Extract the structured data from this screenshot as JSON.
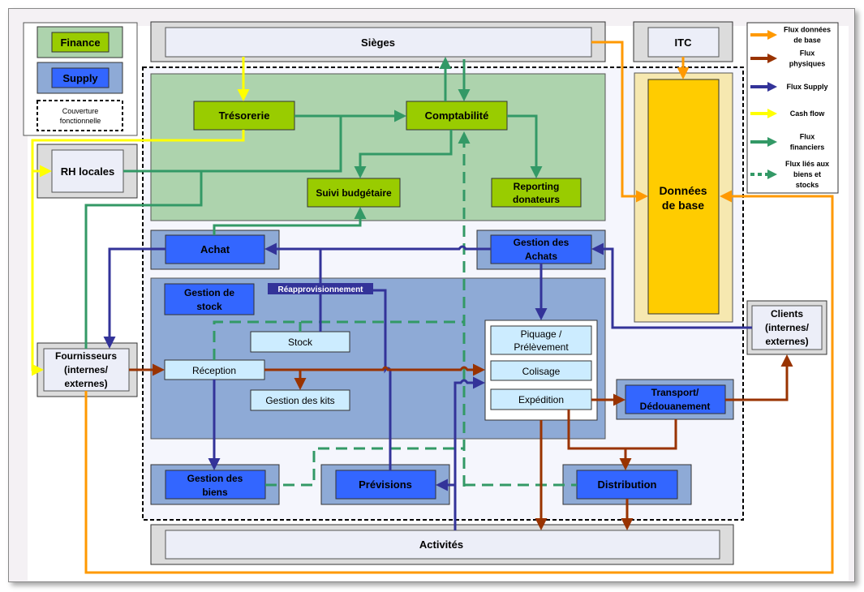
{
  "legend": {
    "finance_label": "Finance",
    "supply_label": "Supply",
    "coverage_label_line1": "Couverture",
    "coverage_label_line2": "fonctionnelle"
  },
  "flow_legend": [
    {
      "line1": "Flux données",
      "line2": "de base",
      "line3": "",
      "color": "#ff9900",
      "style": "solid"
    },
    {
      "line1": "Flux",
      "line2": "physiques",
      "line3": "",
      "color": "#993300",
      "style": "solid"
    },
    {
      "line1": "Flux Supply",
      "line2": "",
      "line3": "",
      "color": "#333399",
      "style": "solid"
    },
    {
      "line1": "Cash flow",
      "line2": "",
      "line3": "",
      "color": "#ffff00",
      "style": "solid"
    },
    {
      "line1": "Flux",
      "line2": "financiers",
      "line3": "",
      "color": "#339966",
      "style": "solid"
    },
    {
      "line1": "Flux liés aux",
      "line2": "biens et",
      "line3": "stocks",
      "color": "#339966",
      "style": "dashed"
    }
  ],
  "external": {
    "sieges": "Sièges",
    "itc": "ITC",
    "rh_locales": "RH locales",
    "fournisseurs": [
      "Fournisseurs",
      "(internes/",
      "externes)"
    ],
    "clients": [
      "Clients",
      "(internes/",
      "externes)"
    ],
    "activites": "Activités",
    "donnees_de_base": [
      "Données",
      "de base"
    ]
  },
  "finance": {
    "tresorerie": "Trésorerie",
    "comptabilite": "Comptabilité",
    "suivi_budgetaire": "Suivi budgétaire",
    "reporting_donateurs": [
      "Reporting",
      "donateurs"
    ]
  },
  "supply": {
    "achat": "Achat",
    "gestion_des_achats": [
      "Gestion des",
      "Achats"
    ],
    "gestion_de_stock": [
      "Gestion de",
      "stock"
    ],
    "reapprovisionnement": "Réapprovisionnement",
    "stock": "Stock",
    "reception": "Réception",
    "gestion_des_kits": "Gestion des kits",
    "piquage": [
      "Piquage /",
      "Prélèvement"
    ],
    "colisage": "Colisage",
    "expedition": "Expédition",
    "transport": [
      "Transport/",
      "Dédouanement"
    ],
    "gestion_des_biens": [
      "Gestion des",
      "biens"
    ],
    "previsions": "Prévisions",
    "distribution": "Distribution"
  },
  "colors": {
    "finance_bg": "#add3ad",
    "finance_box": "#99cc00",
    "supply_bg": "#8eaad6",
    "supply_box": "#3366ff",
    "light_box": "#ccecff",
    "ext_outer": "#dcdcdc",
    "ext_inner": "#eceef8",
    "master_data": "#ffcc00",
    "master_data_bg": "#f6e8b0",
    "orange": "#ff9900",
    "brown": "#993300",
    "navy": "#333399",
    "yellow": "#ffff00",
    "green": "#339966"
  }
}
